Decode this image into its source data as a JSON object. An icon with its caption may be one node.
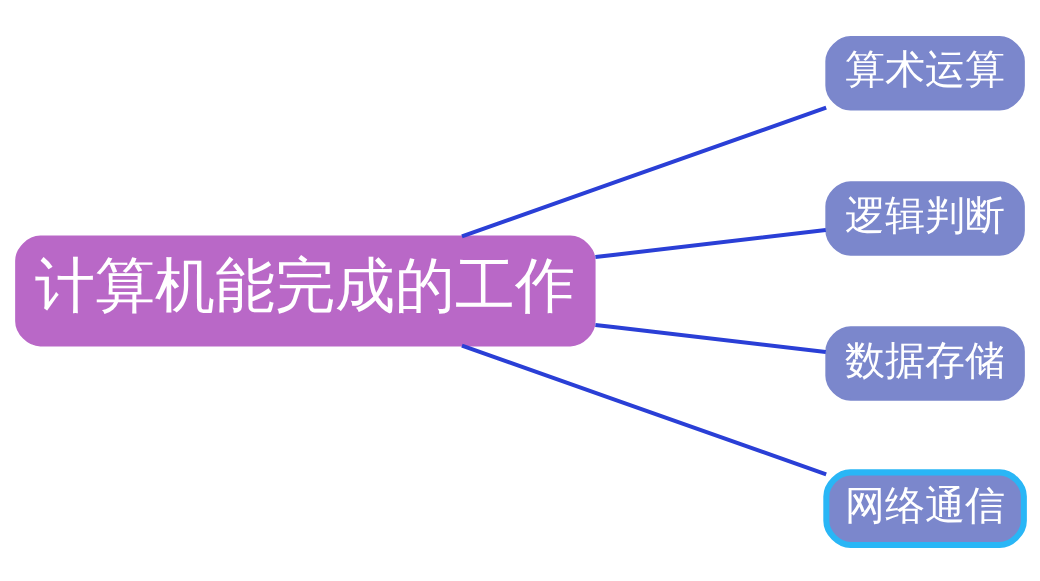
{
  "diagram": {
    "nodes": [
      {
        "text": [
          "计算机能完成的工作"
        ]
      },
      {
        "text": [
          "算术运算"
        ]
      },
      {
        "text": [
          "逻辑判断"
        ]
      },
      {
        "text": [
          "数据存储"
        ]
      },
      {
        "text": [
          "网络通信"
        ]
      }
    ],
    "edges": [
      {
        "from": 0,
        "to": 1,
        "arrow": "none"
      },
      {
        "from": 0,
        "to": 2,
        "arrow": "none"
      },
      {
        "from": 0,
        "to": 3,
        "arrow": "none"
      },
      {
        "from": 0,
        "to": 4,
        "arrow": "none"
      }
    ]
  }
}
